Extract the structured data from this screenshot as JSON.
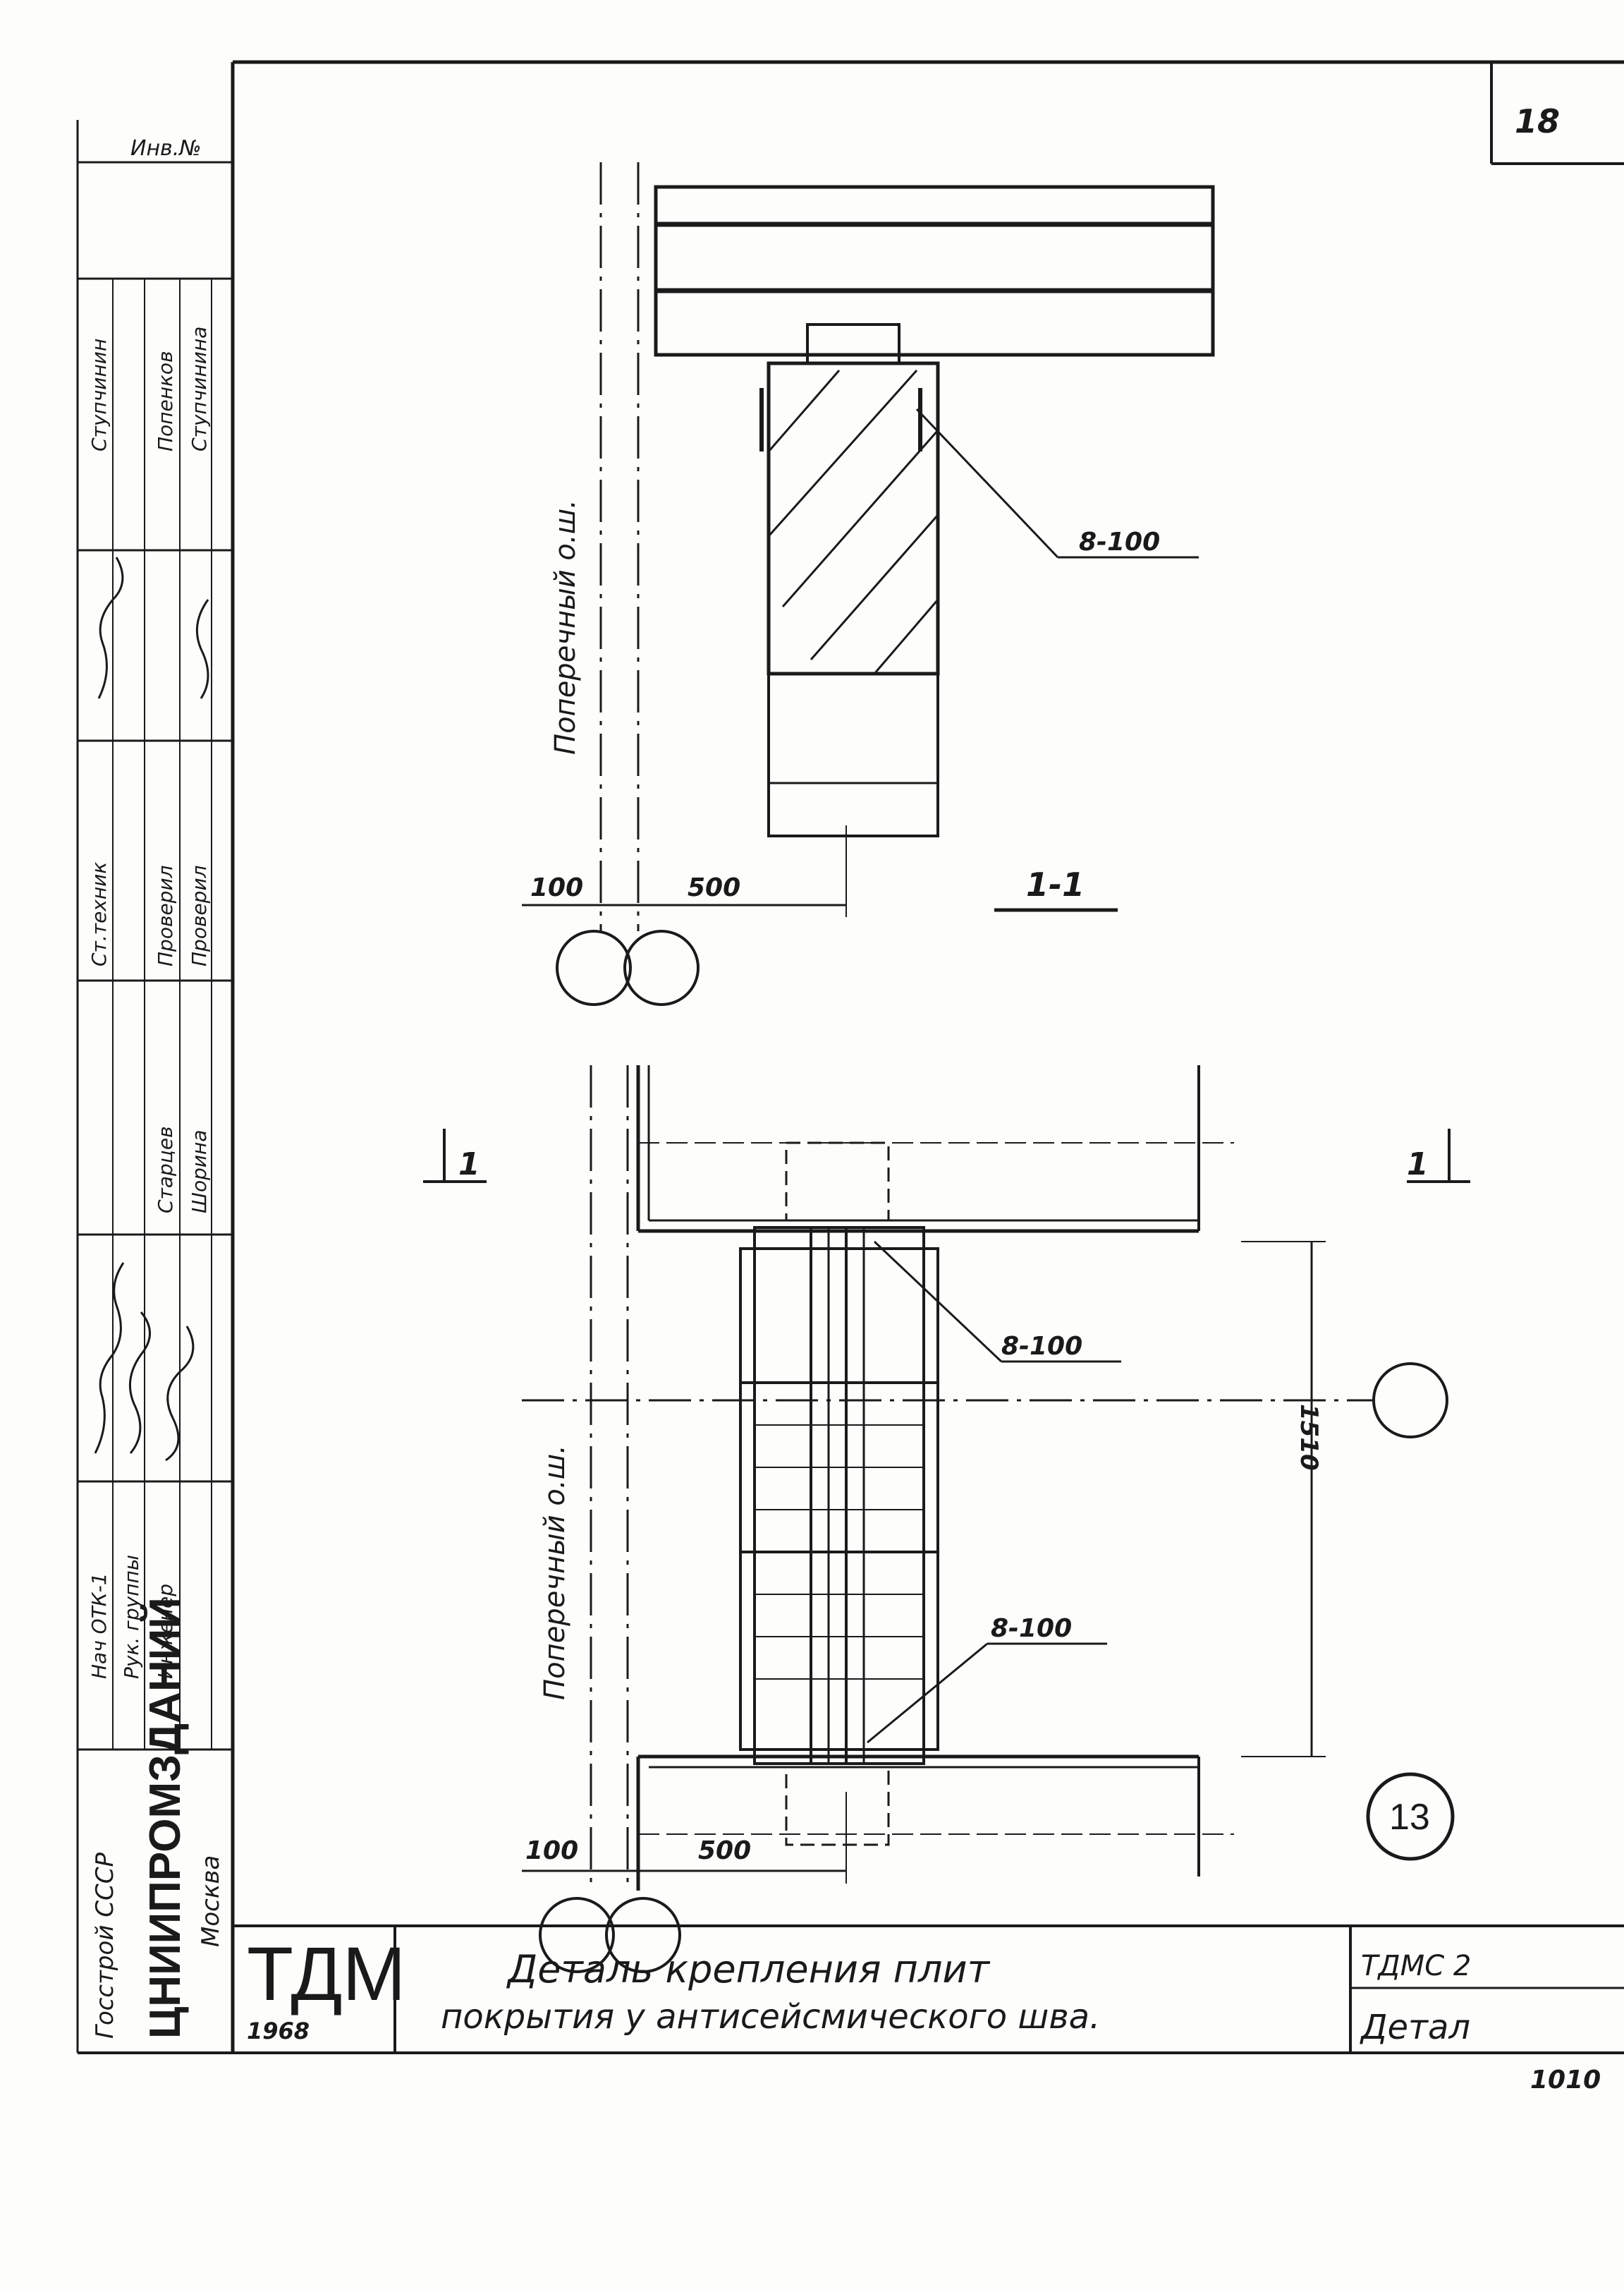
{
  "sheet": {
    "number": "18",
    "detail_number": "13"
  },
  "stamp": {
    "inv_label": "Инв.№",
    "org_line1": "Госстрой СССР",
    "org_line2": "ЦНИИПРОМЗДАНИЙ",
    "org_line3": "Москва",
    "roles": [
      "Нач ОТК-1",
      "Рук. группы",
      "Инженер",
      "Ст.техник",
      "Проверил",
      "Проверил"
    ],
    "names": [
      "Старцев",
      "Шорина",
      "Ступчинин",
      "Попенков",
      "Ступчинина"
    ],
    "signature_marks": [
      "signature-1",
      "signature-2",
      "signature-3",
      "signature-4",
      "signature-5"
    ]
  },
  "title_block": {
    "logo": "ТДМ",
    "year": "1968",
    "title_line1": "Деталь крепления плит",
    "title_line2": "покрытия у антисейсмического шва.",
    "code": "ТДМС 2",
    "code_line2": "Детал",
    "code_line3": "1010"
  },
  "section_view": {
    "axis_label": "Поперечный о.ш.",
    "dim_left": "100",
    "dim_right": "500",
    "callout": "8-100",
    "section_label": "1-1"
  },
  "plan_view": {
    "axis_label": "Поперечный о.ш.",
    "dim_left": "100",
    "dim_right": "500",
    "dim_vertical": "1510",
    "callout_top": "8-100",
    "callout_bottom": "8-100",
    "cut_left": "1",
    "cut_right": "1"
  }
}
